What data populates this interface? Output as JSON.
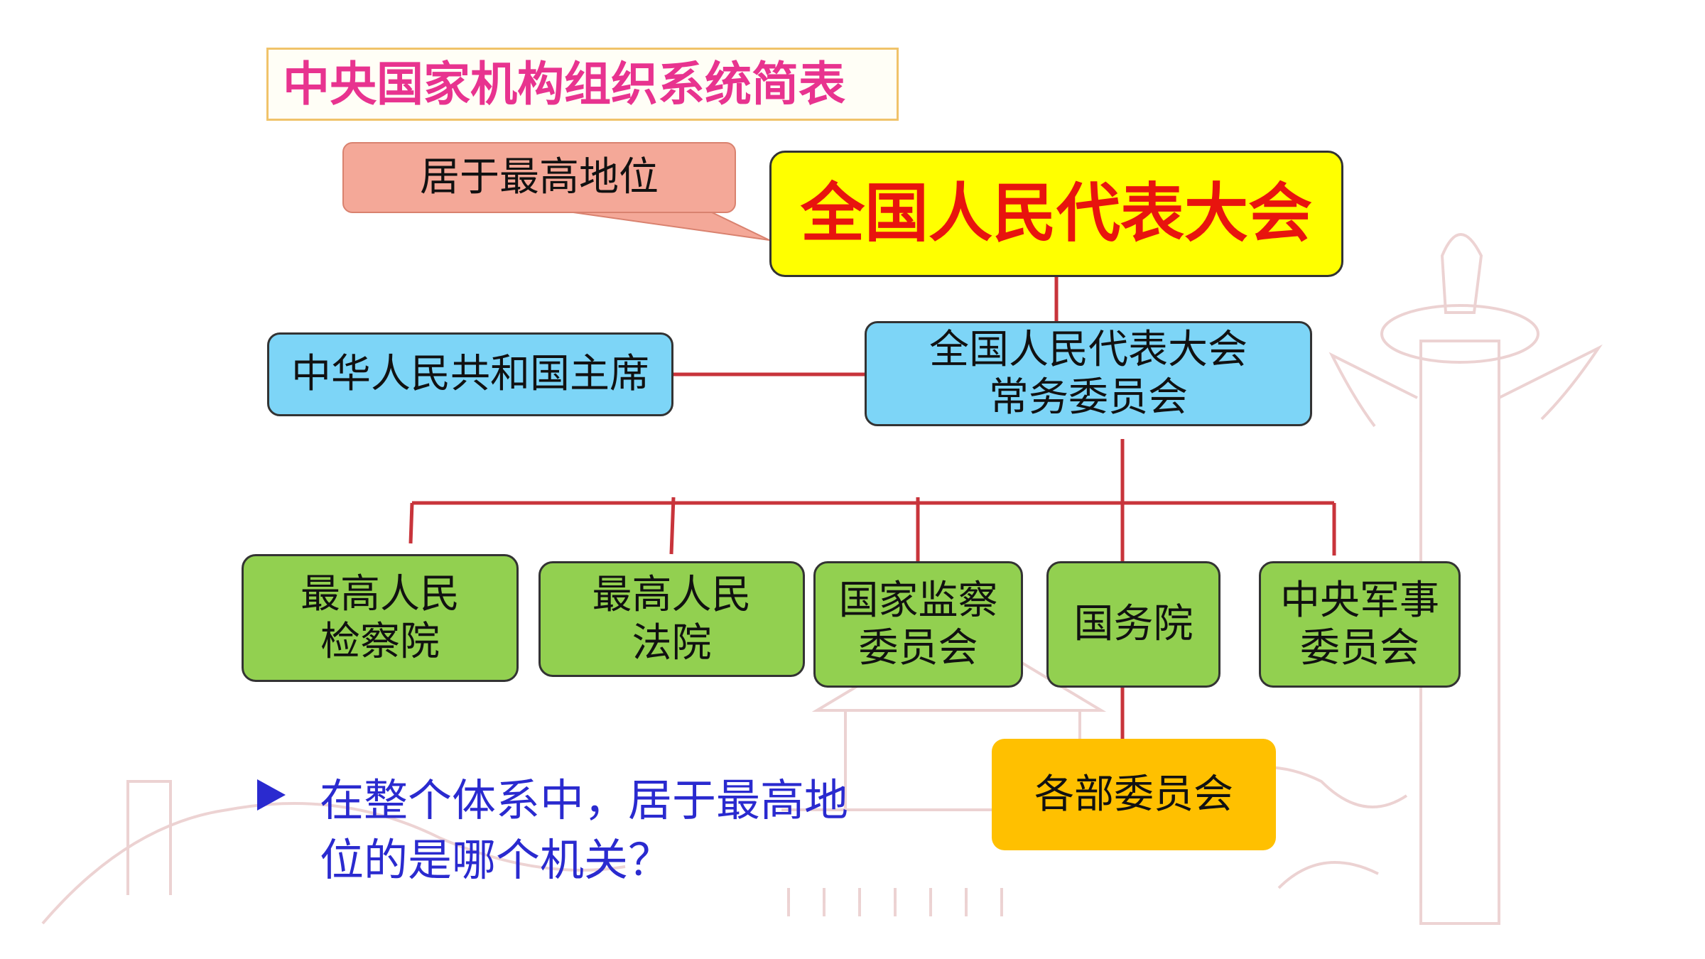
{
  "title": "中央国家机构组织系统简表",
  "callout": "居于最高地位",
  "top": "全国人民代表大会",
  "standing_committee": [
    "全国人民代表大会",
    "常务委员会"
  ],
  "president": "中华人民共和国主席",
  "organs": [
    [
      "最高人民",
      "检察院"
    ],
    [
      "最高人民",
      "法院"
    ],
    [
      "国家监察",
      "委员会"
    ],
    [
      "国务院"
    ],
    [
      "中央军事",
      "委员会"
    ]
  ],
  "ministries": "各部委员会",
  "question": [
    "在整个体系中，居于最高地",
    "位的是哪个机关？"
  ],
  "colors": {
    "title": "#e8338f",
    "top_text": "#e8140e",
    "top_fill": "#ffff00",
    "blue_fill": "#7dd5f7",
    "green_fill": "#92d050",
    "orange_fill": "#ffc000",
    "connector": "#c8343b",
    "question": "#2a2acf"
  }
}
